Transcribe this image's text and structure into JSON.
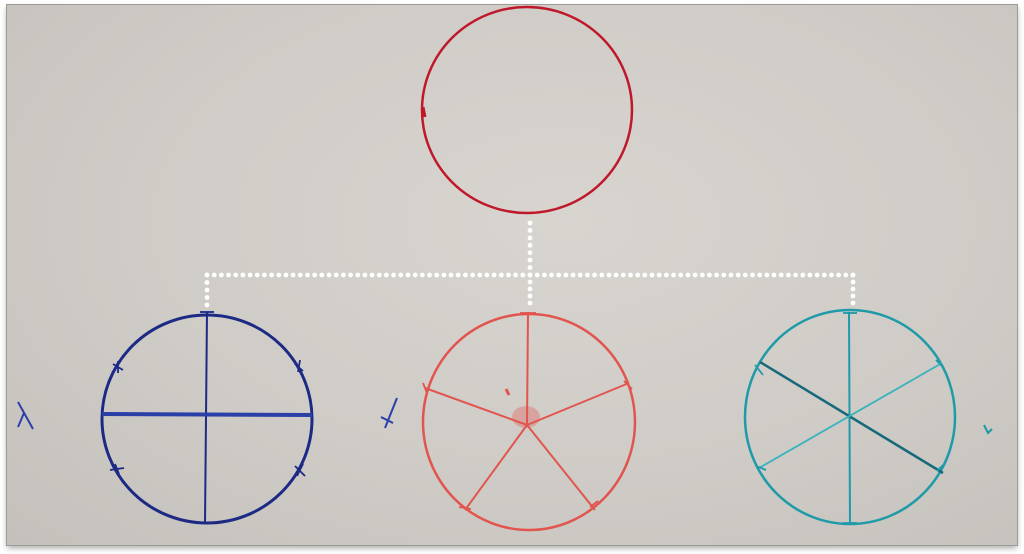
{
  "diagram": {
    "colors": {
      "top_circle": "#c0182b",
      "left_circle": "#1c2a86",
      "middle_circle": "#e2554f",
      "right_circle": "#1f9aa8",
      "connector": "#ffffff",
      "background": "#d3cfca"
    },
    "nodes": [
      {
        "id": "top",
        "label": "",
        "divisions": 0
      },
      {
        "id": "left",
        "label": "",
        "divisions": 4
      },
      {
        "id": "middle",
        "label": "",
        "divisions": 5
      },
      {
        "id": "right",
        "label": "",
        "divisions": 6
      }
    ],
    "edges": [
      {
        "from": "top",
        "to": "left",
        "style": "dotted"
      },
      {
        "from": "top",
        "to": "middle",
        "style": "dotted"
      },
      {
        "from": "top",
        "to": "right",
        "style": "dotted"
      }
    ]
  }
}
